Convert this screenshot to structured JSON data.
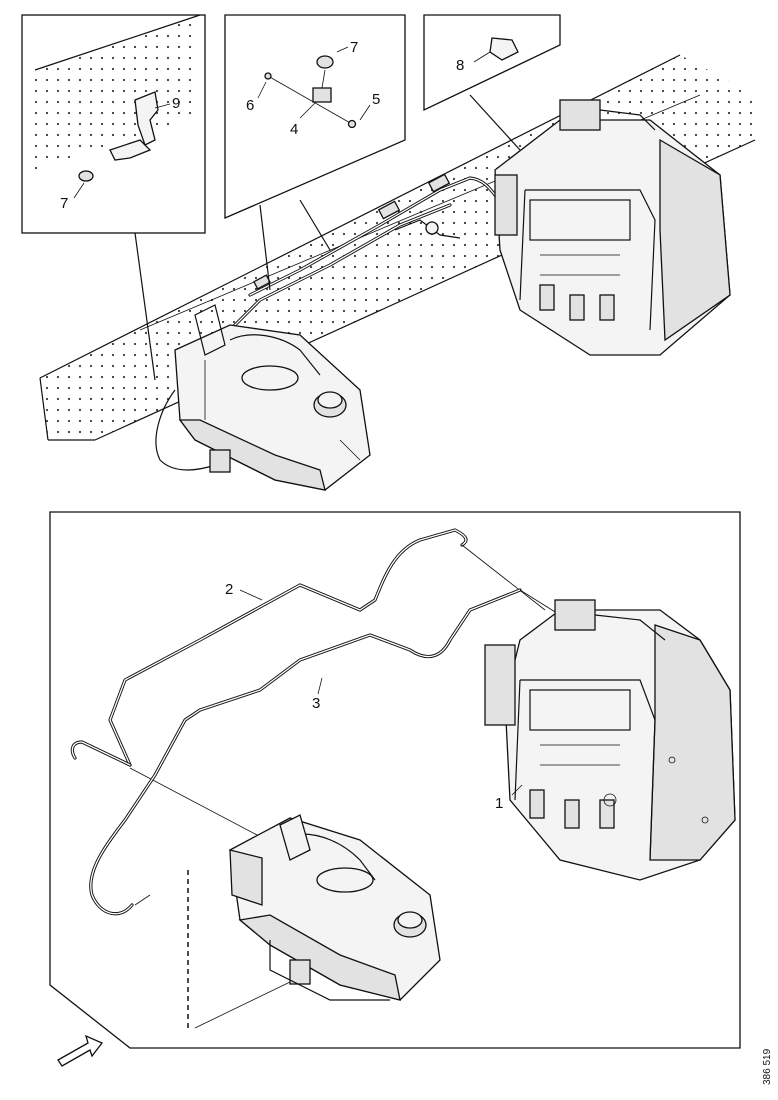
{
  "diagram": {
    "callouts": {
      "c1": "1",
      "c2": "2",
      "c3": "3",
      "c4": "4",
      "c5": "5",
      "c6": "6",
      "c7a": "7",
      "c7b": "7",
      "c8": "8",
      "c9": "9"
    },
    "reference_code": "386 519"
  }
}
